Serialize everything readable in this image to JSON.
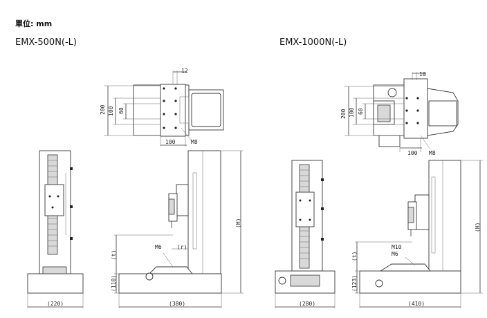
{
  "header": {
    "unit_label": "單位: mm",
    "model_a": "EMX-500N(-L)",
    "model_b": "EMX-1000N(-L)"
  },
  "emx500": {
    "top_view": {
      "d_12": "12",
      "d_200": "200",
      "d_100": "100",
      "d_60": "60",
      "d_100b": "100",
      "thread": "M8"
    },
    "side_view": {
      "thread": "M6",
      "r": "(r)",
      "t": "(t)",
      "h110": "(110)",
      "H": "(H)",
      "w380": "(380)"
    },
    "front_view": {
      "w220": "(220)"
    }
  },
  "emx1000": {
    "top_view": {
      "d_10": "10",
      "d_200": "200",
      "d_100": "100",
      "d_60": "60",
      "d_100b": "100",
      "thread": "M8"
    },
    "side_view": {
      "thread1": "M10",
      "thread2": "M6",
      "t": "(t)",
      "h123": "(123)",
      "H": "(H)",
      "w410": "(410)"
    },
    "front_view": {
      "w280": "(280)"
    }
  }
}
